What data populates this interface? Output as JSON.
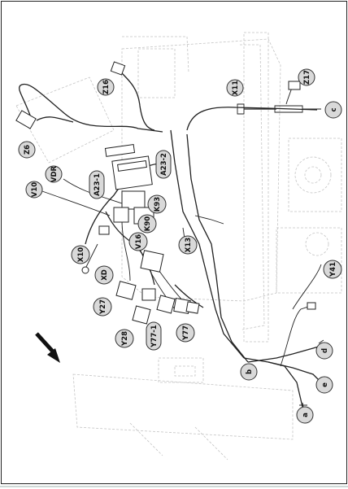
{
  "diagram": {
    "callouts": {
      "Z16": "Z16",
      "Z6": "Z6",
      "X11": "X11",
      "Z17": "Z17",
      "c": "c",
      "VDR": "VDR",
      "V10": "V10",
      "A23_1": "A23-1",
      "A23_2": "A23-2",
      "K93": "K93",
      "K90": "K90",
      "V16": "V16",
      "X13": "X13",
      "X10": "X10",
      "XD": "XD",
      "Y27": "Y27",
      "Y28": "Y28",
      "Y77_1": "Y77-1",
      "Y77": "Y77",
      "Y41": "Y41",
      "b": "b",
      "d": "d",
      "e": "e",
      "a": "a"
    },
    "colors": {
      "callout_fill": "#d9d9d9",
      "ink": "#222222",
      "ghost": "#c4c4c4"
    }
  }
}
